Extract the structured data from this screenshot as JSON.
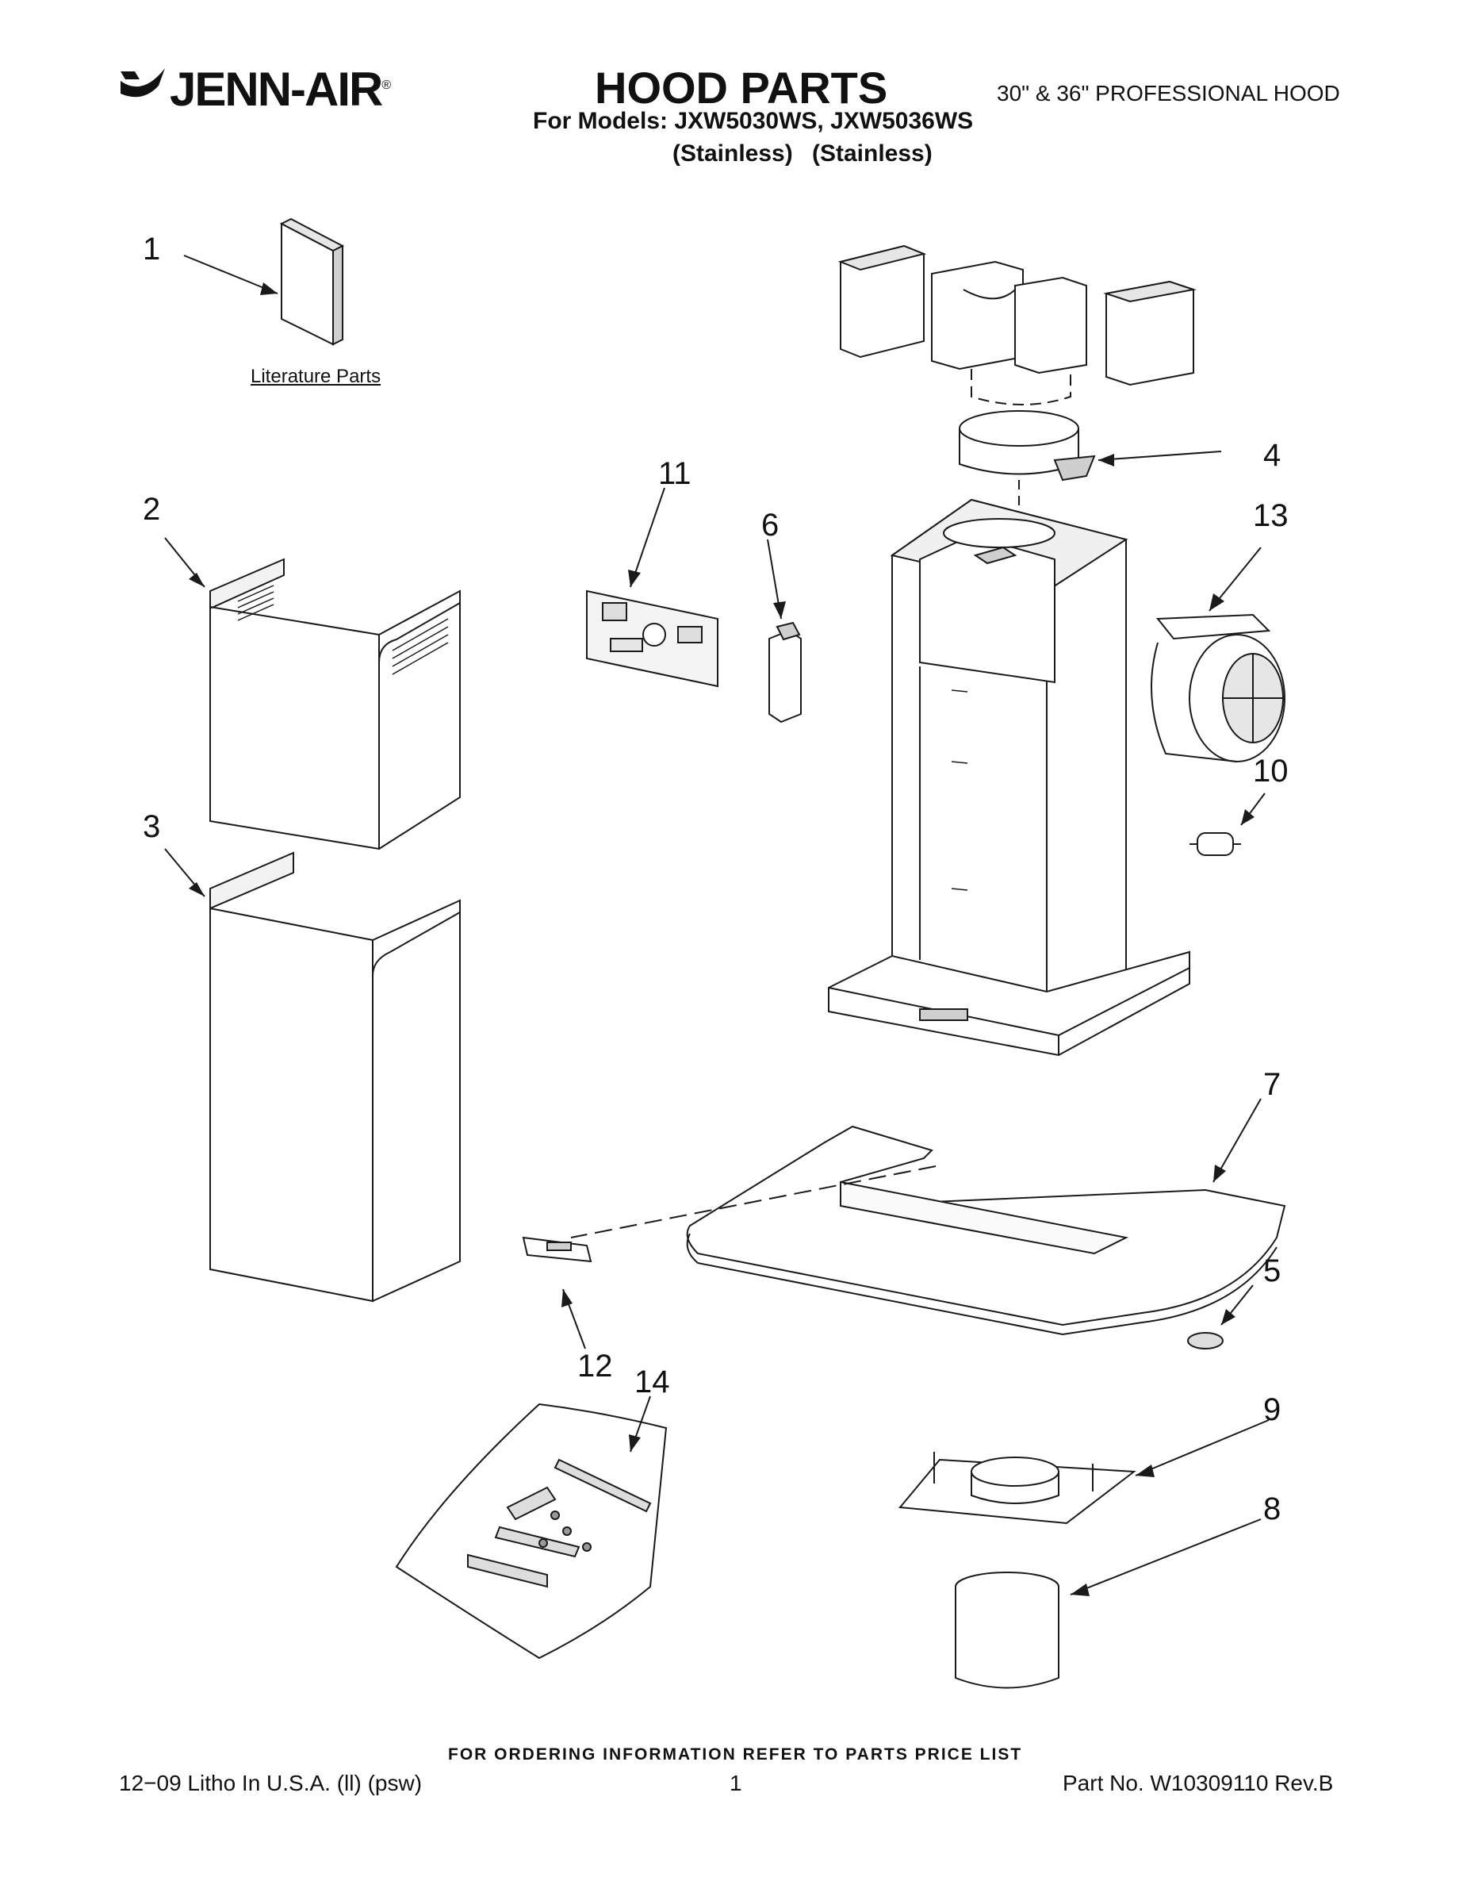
{
  "header": {
    "brand": "JENN-AIR",
    "brand_mark": "®",
    "title": "HOOD PARTS",
    "models_line": "For Models: JXW5030WS, JXW5036WS",
    "variant_1": "(Stainless)",
    "variant_2": "(Stainless)",
    "hood_type": "30\" & 36\" PROFESSIONAL HOOD"
  },
  "literature_label": "Literature Parts",
  "callouts": [
    "1",
    "2",
    "3",
    "4",
    "5",
    "6",
    "7",
    "8",
    "9",
    "10",
    "11",
    "12",
    "13",
    "14"
  ],
  "footer": {
    "order_note": "FOR ORDERING INFORMATION REFER TO PARTS PRICE LIST",
    "litho": "12−09 Litho In U.S.A. (ll) (psw)",
    "page": "1",
    "part_no": "Part No. W10309110 Rev.B"
  },
  "icons": [
    "jenn-air-logo-icon"
  ],
  "colors": {
    "line": "#1a1a1a",
    "shade": "#cfcfcf",
    "paper": "#ffffff"
  }
}
